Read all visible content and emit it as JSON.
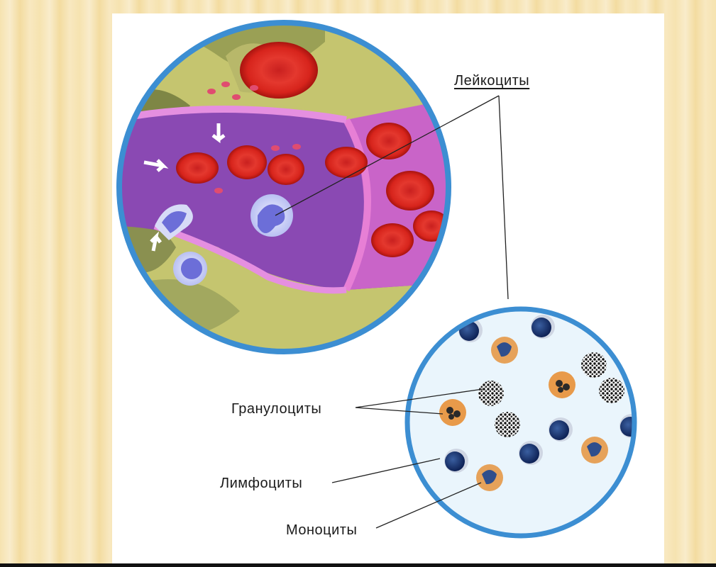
{
  "labels": {
    "leukocytes": "Лейкоциты",
    "granulocytes": "Гранулоциты",
    "lymphocytes": "Лимфоциты",
    "monocytes": "Моноциты"
  }
}
